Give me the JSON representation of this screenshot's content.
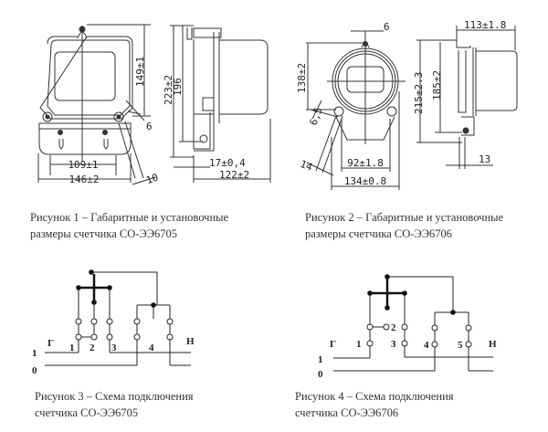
{
  "figures": [
    {
      "id": "fig1",
      "caption_line1": "Рисунок 1 – Габаритные и установочные",
      "caption_line2": "размеры счетчика СО-ЭЭ6705",
      "dimensions": {
        "front_width_inner": "109±1",
        "front_width_outer": "146±2",
        "front_height": "149±1",
        "mount_hole": "6",
        "bracket": "10",
        "side_height_total": "223±2",
        "side_height_mount": "196",
        "side_depth_base": "17±0,4",
        "side_depth_total": "122±2"
      }
    },
    {
      "id": "fig2",
      "caption_line1": "Рисунок 2 – Габаритные и установочные",
      "caption_line2": "размеры счетчика СО-ЭЭ6706",
      "dimensions": {
        "top_hole": "6",
        "front_height": "138±2",
        "hole_dia": "6,5",
        "bracket": "14",
        "front_width_inner": "92±1.8",
        "front_width_outer": "134±0.8",
        "side_depth_total": "113±1.8",
        "side_height_total": "215±2.3",
        "side_height_mount": "185±2",
        "side_base": "13"
      }
    },
    {
      "id": "fig3",
      "caption_line1": "Рисунок 3  – Схема подключения",
      "caption_line2": "счетчика СО-ЭЭ6705",
      "labels": {
        "generator": "Г",
        "load": "Н",
        "line1": "1",
        "line0": "0"
      },
      "terminals": [
        "1",
        "2",
        "3",
        "4"
      ]
    },
    {
      "id": "fig4",
      "caption_line1": "Рисунок 4 – Схема подключения",
      "caption_line2": "счетчика СО-ЭЭ6706",
      "labels": {
        "generator": "Г",
        "load": "Н",
        "line1": "1",
        "line0": "0"
      },
      "terminals": [
        "1",
        "2",
        "3",
        "4",
        "5"
      ]
    }
  ]
}
